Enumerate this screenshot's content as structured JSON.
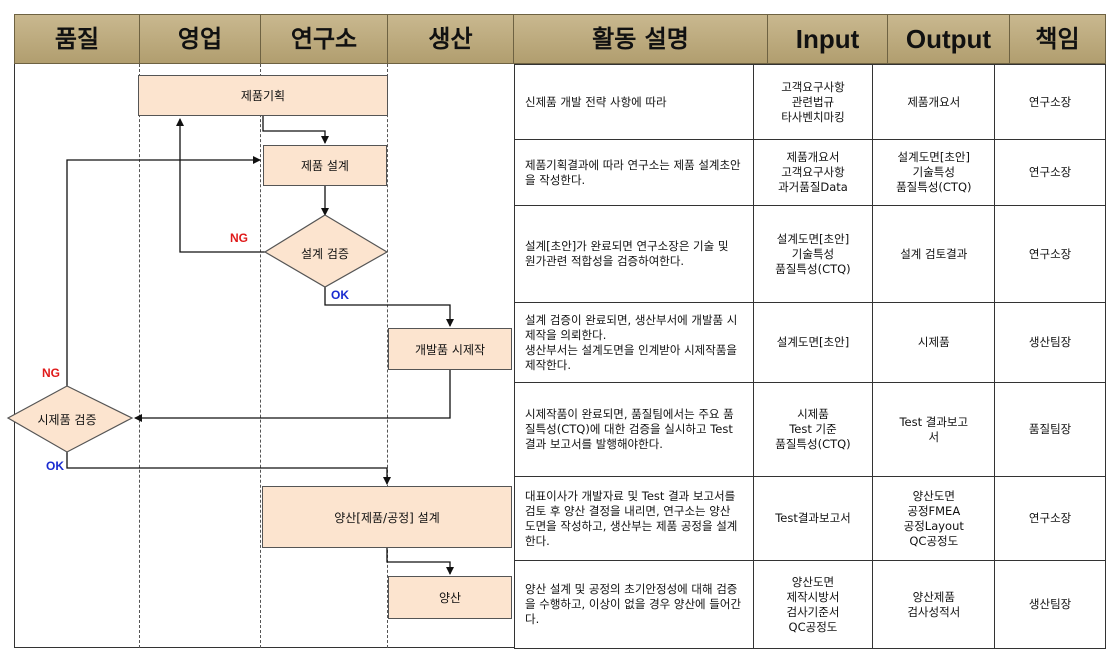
{
  "headers": [
    "품질",
    "영업",
    "연구소",
    "생산",
    "활동 설명",
    "Input",
    "Output",
    "책임"
  ],
  "flow": {
    "plan": "제품기획",
    "design": "제품 설계",
    "verify": "설계 검증",
    "prototype": "개발품 시제작",
    "proto_verify": "시제품 검증",
    "mass_design": "양산[제품/공정] 설계",
    "mass_prod": "양산",
    "ng": "NG",
    "ok": "OK"
  },
  "rows": [
    {
      "desc": "신제품 개발 전략 사항에 따라",
      "input": "고객요구사항\n관련법규\n타사벤치마킹",
      "output": "제품개요서",
      "owner": "연구소장"
    },
    {
      "desc": "제품기획결과에 따라 연구소는 제품 설계초안을 작성한다.",
      "input": "제품개요서\n고객요구사항\n과거품질Data",
      "output": "설계도면[초안]\n기술특성\n품질특성(CTQ)",
      "owner": "연구소장"
    },
    {
      "desc": "설계[초안]가 완료되면 연구소장은 기술 및 원가관련 적합성을 검증하여한다.",
      "input": "설계도면[초안]\n기술특성\n품질특성(CTQ)",
      "output": "설계 검토결과",
      "owner": "연구소장"
    },
    {
      "desc": "설계 검증이 완료되면, 생산부서에 개발품 시제작을 의뢰한다.\n생산부서는 설계도면을 인계받아 시제작품을 제작한다.",
      "input": "설계도면[초안]",
      "output": "시제품",
      "owner": "생산팀장"
    },
    {
      "desc": "시제작품이 완료되면, 품질팀에서는 주요 품질특성(CTQ)에 대한 검증을 실시하고 Test결과 보고서를 발행해야한다.",
      "input": "시제품\nTest 기준\n품질특성(CTQ)",
      "output": "Test 결과보고\n서",
      "owner": "품질팀장"
    },
    {
      "desc": "대표이사가 개발자료 및 Test 결과 보고서를 검토 후 양산 결정을 내리면, 연구소는 양산 도면을 작성하고, 생산부는 제품 공정을 설계한다.",
      "input": "Test결과보고서",
      "output": "양산도면\n공정FMEA\n공정Layout\nQC공정도",
      "owner": "연구소장"
    },
    {
      "desc": "양산 설계 및 공정의 초기안정성에 대해 검증을 수행하고, 이상이 없을 경우 양산에 들어간다.",
      "input": "양산도면\n제작시방서\n검사기준서\nQC공정도",
      "output": "양산제품\n검사성적서",
      "owner": "생산팀장"
    }
  ]
}
